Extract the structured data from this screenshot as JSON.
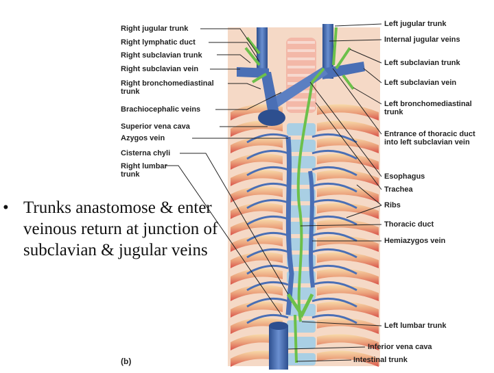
{
  "left_labels": [
    "Right jugular trunk",
    "Right lymphatic duct",
    "Right subclavian trunk",
    "Right subclavian vein",
    "Right bronchomediastinal",
    "trunk",
    "Brachiocephalic veins",
    "Superior vena cava",
    "Azygos vein",
    "Cisterna chyli",
    "Right lumbar",
    "trunk"
  ],
  "right_labels": [
    "Left jugular trunk",
    "Internal jugular veins",
    "Left subclavian trunk",
    "Left subclavian vein",
    "Left bronchomediastinal",
    "trunk",
    "Entrance of thoracic duct",
    "into left subclavian vein",
    "Esophagus",
    "Trachea",
    "Ribs",
    "Thoracic duct",
    "Hemiazygos vein",
    "Left lumbar trunk",
    "Inferior vena cava",
    "Intestinal trunk"
  ],
  "figure_tag": "(b)",
  "bullet": {
    "marker": "•",
    "text": "Trunks anastomose & enter veinous return at junction of subclavian & jugular veins"
  },
  "colors": {
    "vein": "#4a6fb5",
    "vein_dark": "#2d4f8f",
    "lymph": "#6cc04a",
    "rib": "#e9a07a",
    "rib_light": "#f7d9a8",
    "muscle": "#d9534a",
    "vertebra": "#a9cfe4"
  }
}
